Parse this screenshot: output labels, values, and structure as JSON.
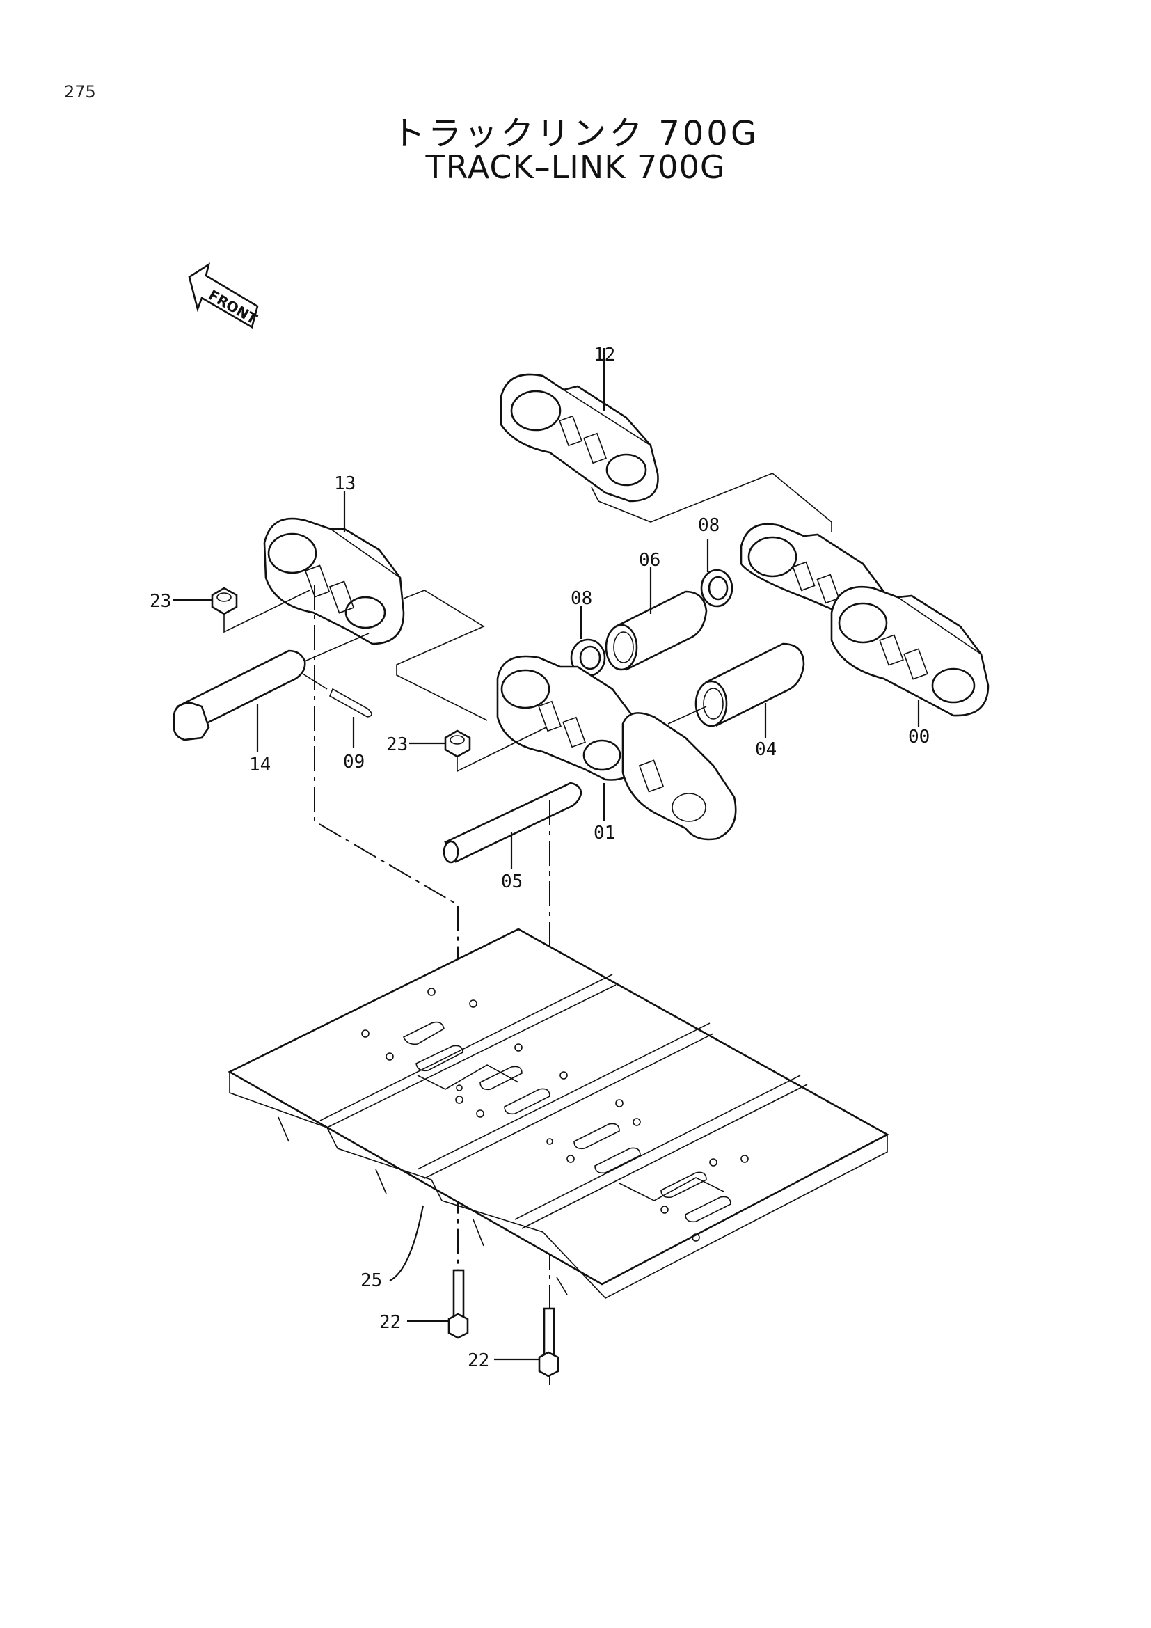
{
  "page_number": "275",
  "title_jp": "トラックリンク 700G",
  "title_en": "TRACK–LINK 700G",
  "front_label": "FRONT",
  "callouts": {
    "c12": "12",
    "c13": "13",
    "c23a": "23",
    "c23b": "23",
    "c08a": "08",
    "c08b": "08",
    "c06": "06",
    "c14": "14",
    "c09": "09",
    "c04": "04",
    "c00": "00",
    "c01": "01",
    "c05": "05",
    "c25": "25",
    "c22a": "22",
    "c22b": "22"
  }
}
